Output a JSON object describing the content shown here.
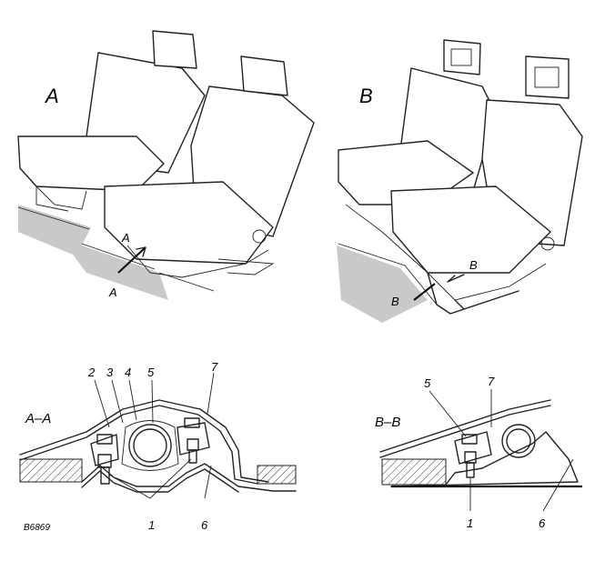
{
  "labels": {
    "view_a": "A",
    "view_b": "B",
    "section_aa": "A–A",
    "section_bb": "B–B",
    "cut_a_upper": "A",
    "cut_a_lower": "A",
    "cut_b_upper": "B",
    "cut_b_lower": "B",
    "figure_code": "B6869"
  },
  "callouts_aa": [
    "2",
    "3",
    "4",
    "5",
    "7",
    "1",
    "6"
  ],
  "callouts_bb": [
    "5",
    "7",
    "1",
    "6"
  ]
}
